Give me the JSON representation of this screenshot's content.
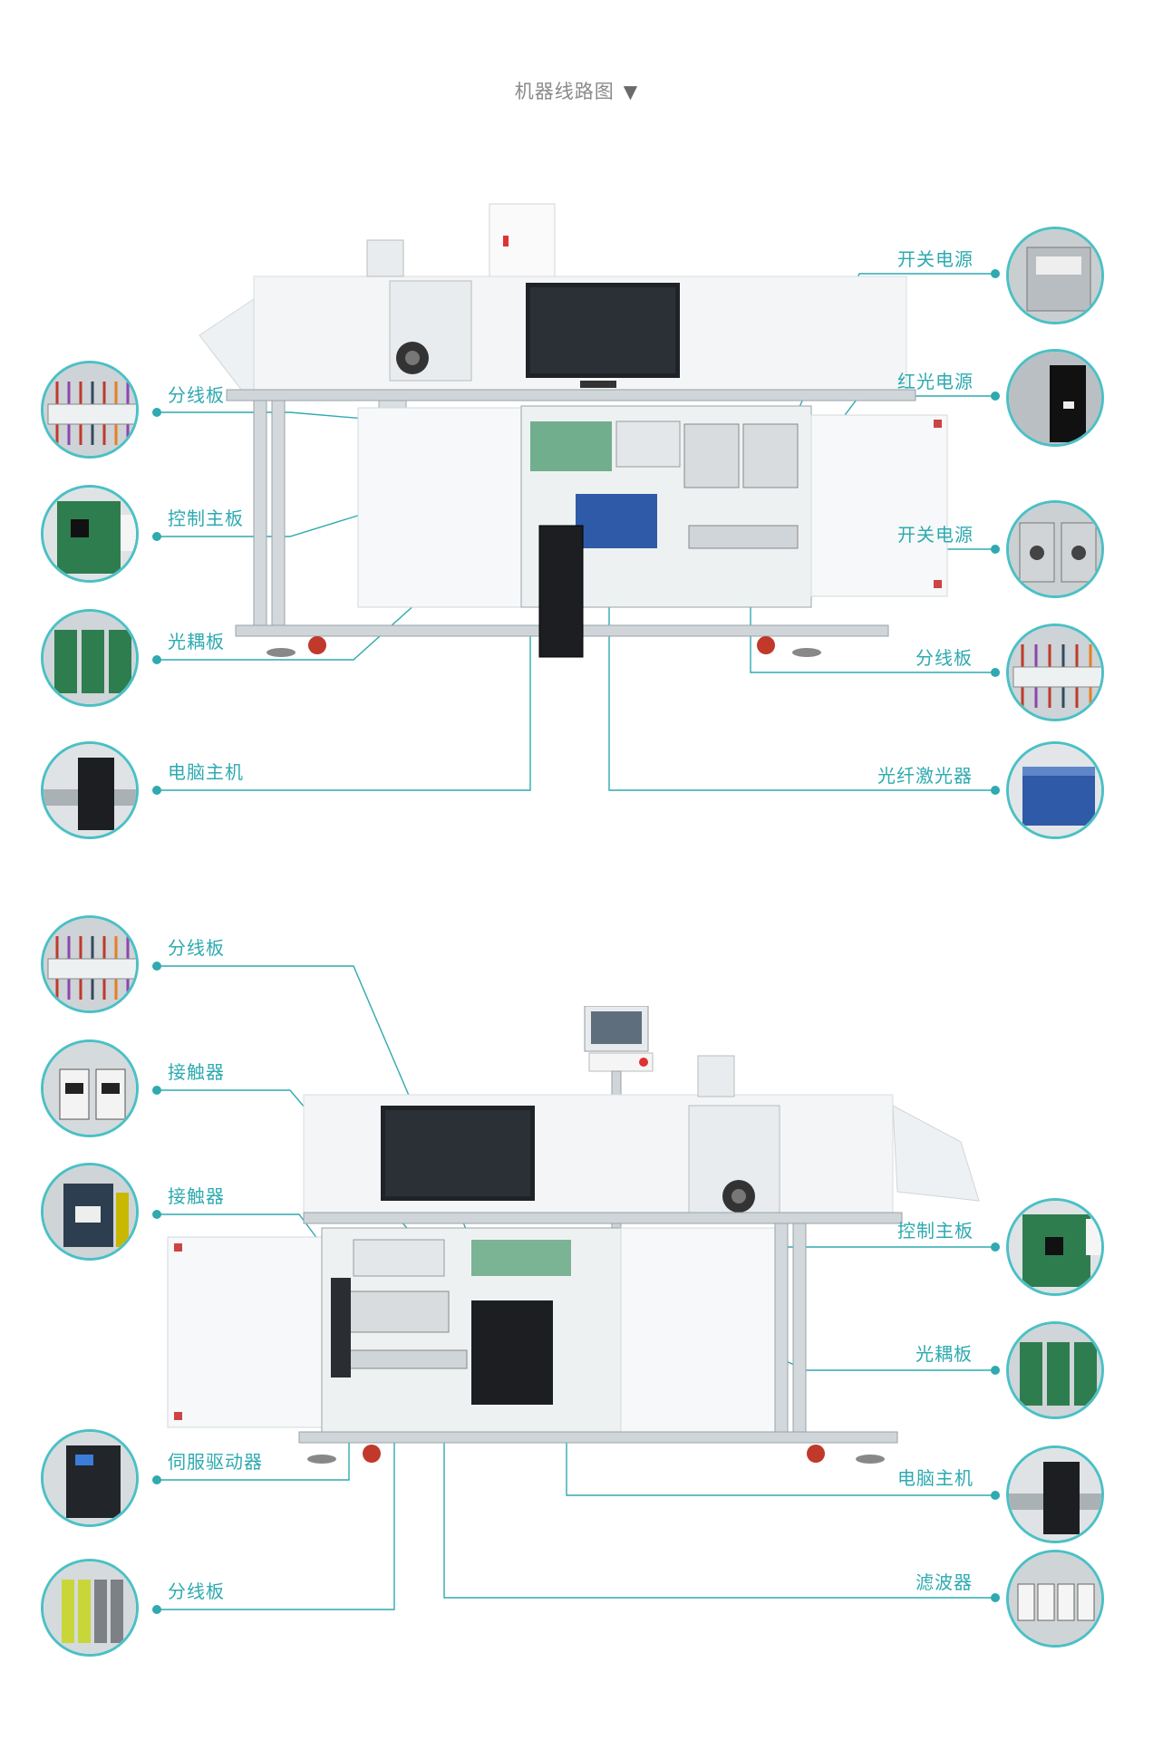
{
  "title": "机器线路图",
  "title_arrow": "▼",
  "accent_color": "#4bc0c5",
  "line_color": "#2eaab0",
  "section1": {
    "left_labels": [
      "分线板",
      "控制主板",
      "光耦板",
      "电脑主机"
    ],
    "right_labels": [
      "开关电源",
      "红光电源",
      "开关电源",
      "分线板",
      "光纤激光器"
    ]
  },
  "section2": {
    "left_labels": [
      "分线板",
      "接触器",
      "接触器",
      "伺服驱动器",
      "分线板"
    ],
    "right_labels": [
      "控制主板",
      "光耦板",
      "电脑主机",
      "滤波器"
    ]
  },
  "icons": {
    "wiring_board": "terminal-block-icon",
    "control_board": "pcb-icon",
    "optocoupler": "optocoupler-board-icon",
    "computer": "pc-tower-icon",
    "power_supply": "power-supply-icon",
    "fiber_laser": "fiber-laser-icon",
    "contactor": "contactor-icon",
    "servo_driver": "servo-driver-icon",
    "filter": "filter-icon"
  }
}
